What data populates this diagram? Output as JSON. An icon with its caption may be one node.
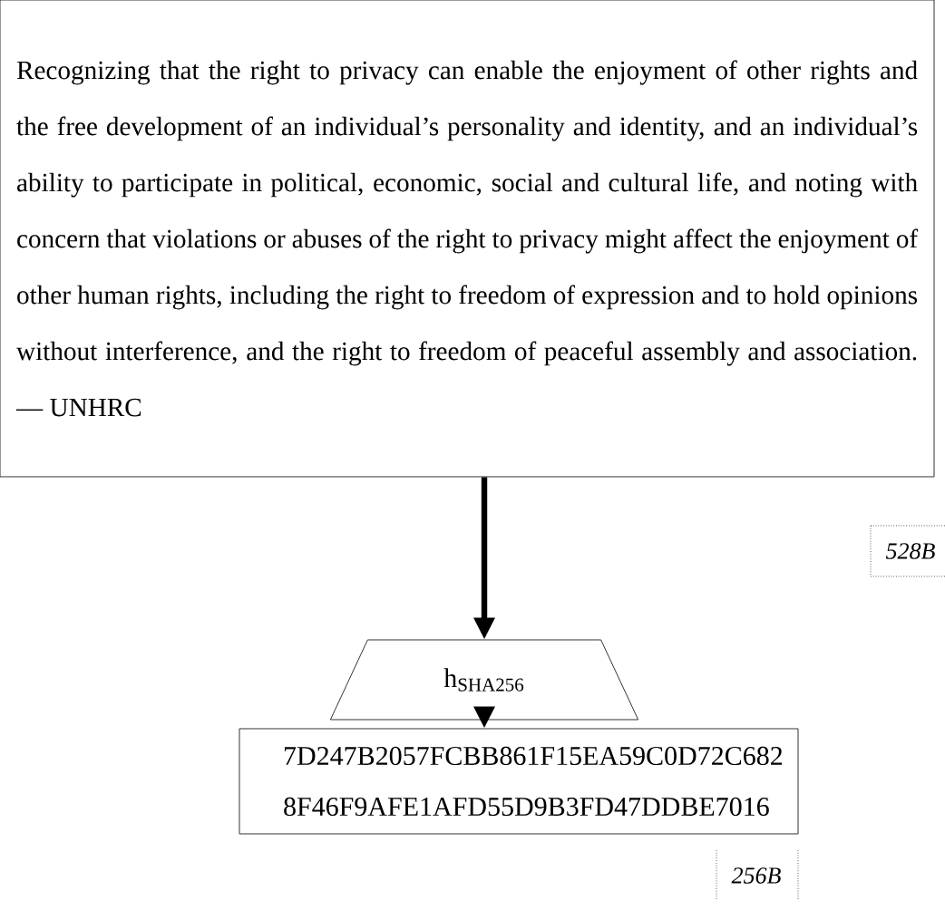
{
  "diagram": {
    "nodes": [
      {
        "text": [
          "Recognizing that the right to privacy can enable the enjoyment of other rights and the free development of an individual’s personality and identity, and an individual’s ability to participate in political, economic, social and cultural life, and noting with concern that violations or abuses of the right to privacy might affect the enjoyment of other human rights, including the right to freedom of expression and to hold opinions without interference, and the right to freedom of peaceful assembly and association. — UNHRC"
        ],
        "beside": [
          "528B"
        ]
      },
      {
        "text": [
          "h$_{SHA256}$"
        ]
      },
      {
        "text": [
          "7D247B2057FCBB861F15EA59C0D72C682 8F46F9AFE1AFD55D9B3FD47DDBE7016"
        ],
        "beside": [
          "256B"
        ]
      }
    ],
    "edges": [
      {
        "from": 0,
        "to": 1,
        "arrow": "to"
      },
      {
        "from": 1,
        "to": 2,
        "arrow": "to"
      }
    ]
  }
}
